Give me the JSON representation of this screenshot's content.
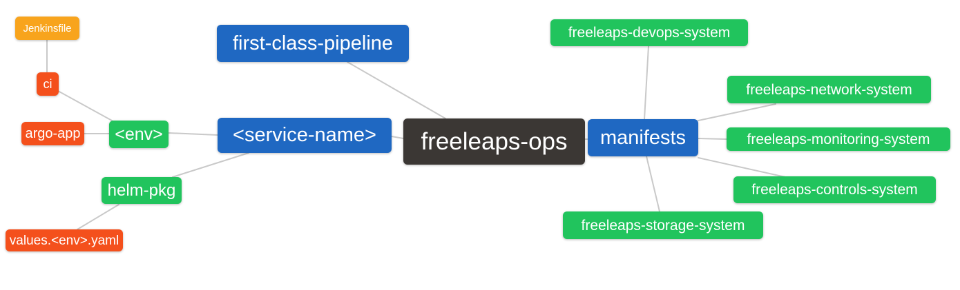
{
  "colors": {
    "node-blue": "#1f68c2",
    "node-green": "#21c45d",
    "node-orange": "#f8a41d",
    "node-red": "#f4501c",
    "node-dark": "#3b3734",
    "node-text": "#ffffff",
    "edge": "#c9c9c9",
    "bg": "#ffffff"
  },
  "diagram": {
    "type": "mindmap",
    "root_label": "freeleaps-ops",
    "nodes": {
      "jenkinsfile": {
        "label": "Jenkinsfile",
        "color": "orange"
      },
      "ci": {
        "label": "ci",
        "color": "red"
      },
      "argo_app": {
        "label": "argo-app",
        "color": "red"
      },
      "env": {
        "label": "<env>",
        "color": "green"
      },
      "helm_pkg": {
        "label": "helm-pkg",
        "color": "green"
      },
      "values_env_yaml": {
        "label": "values.<env>.yaml",
        "color": "red"
      },
      "first_class_pipeline": {
        "label": "first-class-pipeline",
        "color": "blue"
      },
      "service_name": {
        "label": "<service-name>",
        "color": "blue"
      },
      "freeleaps_ops": {
        "label": "freeleaps-ops",
        "color": "dark"
      },
      "manifests": {
        "label": "manifests",
        "color": "blue"
      },
      "devops_system": {
        "label": "freeleaps-devops-system",
        "color": "green"
      },
      "network_system": {
        "label": "freeleaps-network-system",
        "color": "green"
      },
      "monitoring_system": {
        "label": "freeleaps-monitoring-system",
        "color": "green"
      },
      "controls_system": {
        "label": "freeleaps-controls-system",
        "color": "green"
      },
      "storage_system": {
        "label": "freeleaps-storage-system",
        "color": "green"
      }
    },
    "edges": [
      {
        "from": "jenkinsfile",
        "to": "ci"
      },
      {
        "from": "ci",
        "to": "env"
      },
      {
        "from": "argo_app",
        "to": "env"
      },
      {
        "from": "env",
        "to": "service_name"
      },
      {
        "from": "helm_pkg",
        "to": "service_name"
      },
      {
        "from": "values_env_yaml",
        "to": "helm_pkg"
      },
      {
        "from": "first_class_pipeline",
        "to": "freeleaps_ops"
      },
      {
        "from": "service_name",
        "to": "freeleaps_ops"
      },
      {
        "from": "freeleaps_ops",
        "to": "manifests"
      },
      {
        "from": "manifests",
        "to": "devops_system"
      },
      {
        "from": "manifests",
        "to": "network_system"
      },
      {
        "from": "manifests",
        "to": "monitoring_system"
      },
      {
        "from": "manifests",
        "to": "controls_system"
      },
      {
        "from": "manifests",
        "to": "storage_system"
      }
    ]
  }
}
